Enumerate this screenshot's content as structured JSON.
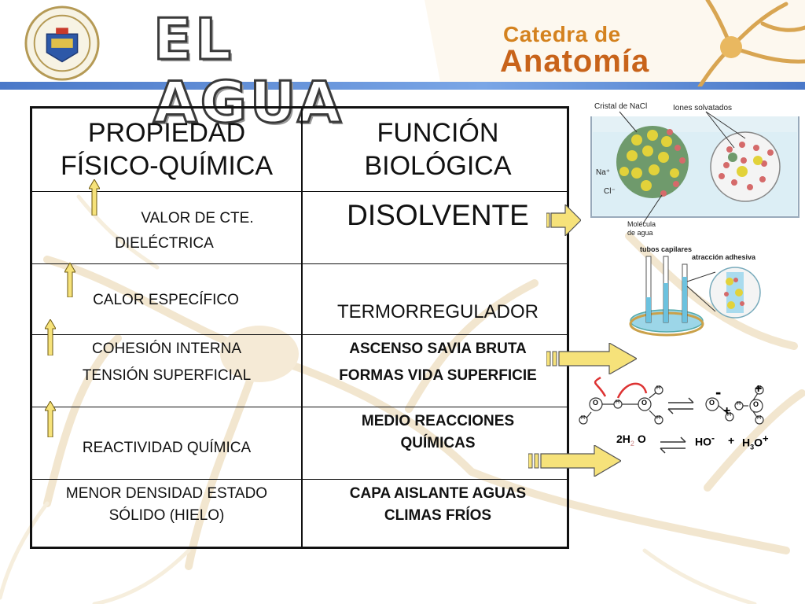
{
  "header": {
    "title": "EL AGUA",
    "catedra": "Catedra de",
    "anatomia": "Anatomía"
  },
  "table": {
    "head": [
      "PROPIEDAD FÍSICO-QUÍMICA",
      "FUNCIÓN BIOLÓGICA"
    ],
    "rows": [
      {
        "prop_line1": "VALOR DE CTE.",
        "prop_line2": "DIELÉCTRICA",
        "func": "DISOLVENTE"
      },
      {
        "prop": "CALOR ESPECÍFICO",
        "func": "TERMORREGULADOR"
      },
      {
        "prop_line1": "COHESIÓN INTERNA",
        "prop_line2": "TENSIÓN SUPERFICIAL",
        "func_line1": "ASCENSO SAVIA BRUTA",
        "func_line2": "FORMAS VIDA SUPERFICIE"
      },
      {
        "prop": "REACTIVIDAD QUÍMICA",
        "func_line1": "MEDIO REACCIONES",
        "func_line2": "QUÍMICAS"
      },
      {
        "prop_line1": "MENOR DENSIDAD ESTADO",
        "prop_line2": "SÓLIDO (HIELO)",
        "func_line1": "CAPA AISLANTE AGUAS",
        "func_line2": "CLIMAS FRÍOS"
      }
    ]
  },
  "nacl_figure": {
    "crystal": "Cristal de NaCl",
    "ions": "Iones solvatados",
    "na": "Na⁺",
    "cl": "Cl⁻",
    "molecule_line1": "Molécula",
    "molecule_line2": "de agua"
  },
  "capillary_figure": {
    "tubes": "tubos capilares",
    "adhesion": "atracción adhesiva"
  },
  "reaction_figure": {
    "left": "2H",
    "left_sub": "2",
    "left_o": "O",
    "ho": "HO",
    "ho_sign": "-",
    "plus": "+",
    "h3o": "H",
    "h3o_sub": "3",
    "h3o_o": "O",
    "h3o_sign": "+",
    "atom_o": "O",
    "atom_h": "H",
    "minus": "-"
  }
}
